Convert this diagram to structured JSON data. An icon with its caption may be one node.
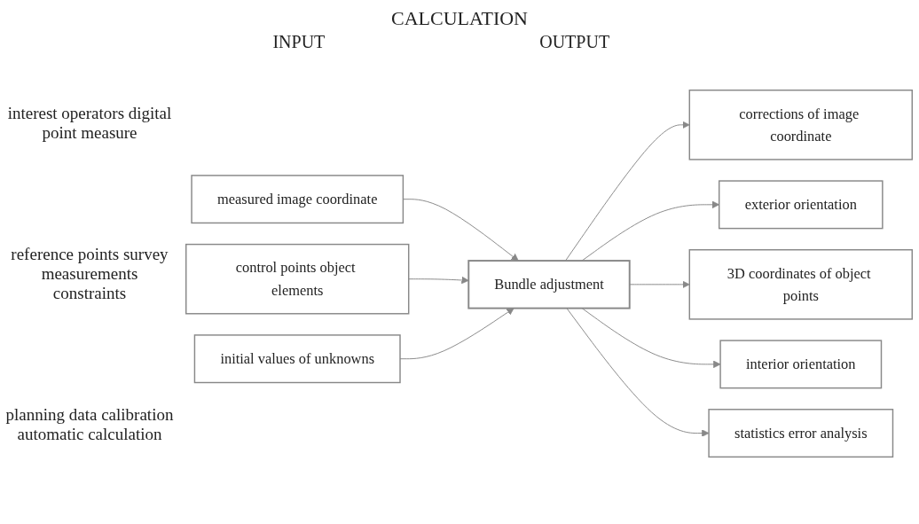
{
  "diagram": {
    "title": "CALCULATION",
    "nodes": [
      {
        "text": [
          "measured image coordinate"
        ]
      },
      {
        "text": [
          "control points object elements"
        ]
      },
      {
        "text": [
          "initial values of unknowns"
        ]
      },
      {
        "text": [
          "Bundle adjustment"
        ]
      },
      {
        "text": [
          "corrections of image coordinate"
        ]
      },
      {
        "text": [
          "exterior orientation"
        ]
      },
      {
        "text": [
          "3D coordinates of object points"
        ]
      },
      {
        "text": [
          "interior orientation"
        ]
      },
      {
        "text": [
          "statistics error analysis"
        ]
      }
    ],
    "edges": [
      {
        "from": 0,
        "to": 3,
        "arrow": "to"
      },
      {
        "from": 1,
        "to": 3,
        "arrow": "to"
      },
      {
        "from": 2,
        "to": 3,
        "arrow": "to"
      },
      {
        "from": 3,
        "to": 4,
        "arrow": "to"
      },
      {
        "from": 3,
        "to": 5,
        "arrow": "to"
      },
      {
        "from": 3,
        "to": 6,
        "arrow": "to"
      },
      {
        "from": 3,
        "to": 7,
        "arrow": "to"
      },
      {
        "from": 3,
        "to": 8,
        "arrow": "to"
      }
    ],
    "labels": [
      "INPUT",
      "OUTPUT",
      "interest operators digital point measure",
      "reference points survey measurements constraints",
      "planning data calibration automatic calculation"
    ]
  }
}
